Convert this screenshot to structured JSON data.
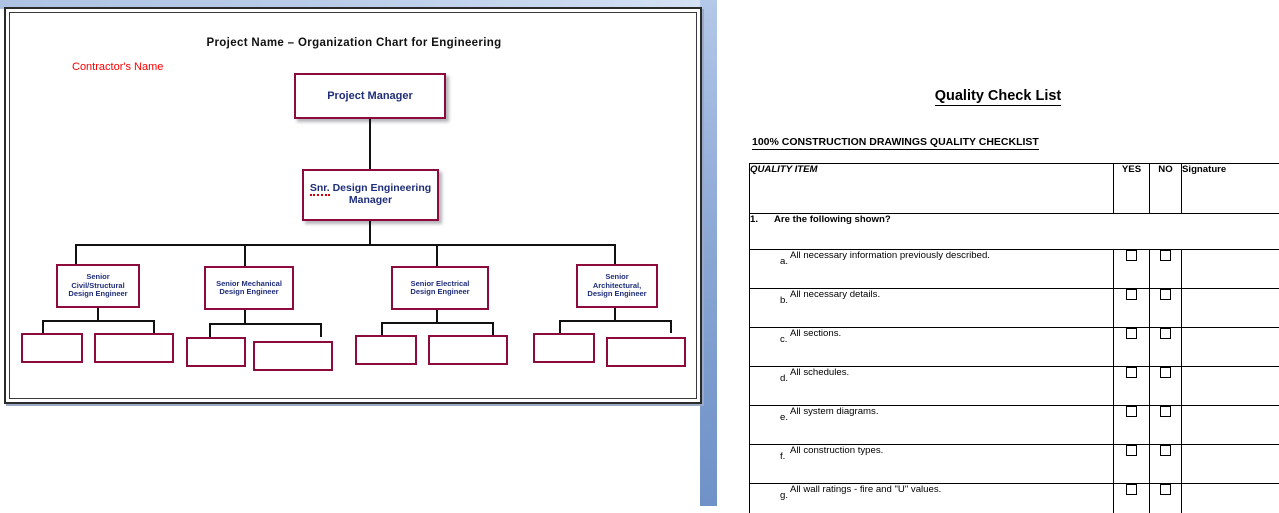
{
  "left_pane": {
    "org_chart": {
      "title": "Project Name – Organization Chart for Engineering",
      "contractor_label": "Contractor's Name",
      "root": {
        "label": "Project Manager"
      },
      "level2": {
        "label_part1": "Snr.",
        "label_part2": " Design Engineering Manager"
      },
      "level3": [
        {
          "line1": "Senior",
          "line2": "Civil/Structural",
          "line3": "Design Engineer"
        },
        {
          "line1": "Senior Mechanical",
          "line2": "Design Engineer",
          "line3": ""
        },
        {
          "line1": "Senior Electrical",
          "line2": "Design Engineer",
          "line3": ""
        },
        {
          "line1": "Senior",
          "line2": "Architectural,",
          "line3": "Design Engineer"
        }
      ],
      "leaf_boxes_empty_count": 8,
      "colors": {
        "box_border": "#8c0a3c",
        "box_text": "#1f2e7a",
        "title_text": "#111111",
        "contractor_text": "#ff0000",
        "connector": "#111111",
        "slide_background": "#9db6de"
      }
    }
  },
  "right_pane": {
    "document": {
      "title": "Quality Check List",
      "subtitle": "100% CONSTRUCTION DRAWINGS QUALITY CHECKLIST",
      "table": {
        "headers": {
          "item": "QUALITY ITEM",
          "yes": "YES",
          "no": "NO",
          "signature": "Signature"
        },
        "sections": [
          {
            "number": "1.",
            "title": "Are the following shown?",
            "items": [
              {
                "letter": "a.",
                "text": "All necessary information previously described."
              },
              {
                "letter": "b.",
                "text": "All necessary details."
              },
              {
                "letter": "c.",
                "text": "All sections."
              },
              {
                "letter": "d.",
                "text": "All schedules."
              },
              {
                "letter": "e.",
                "text": "All system diagrams."
              },
              {
                "letter": "f.",
                "text": "All construction types."
              },
              {
                "letter": "g.",
                "text": "All wall ratings - fire and \"U\" values."
              }
            ]
          }
        ]
      }
    }
  }
}
